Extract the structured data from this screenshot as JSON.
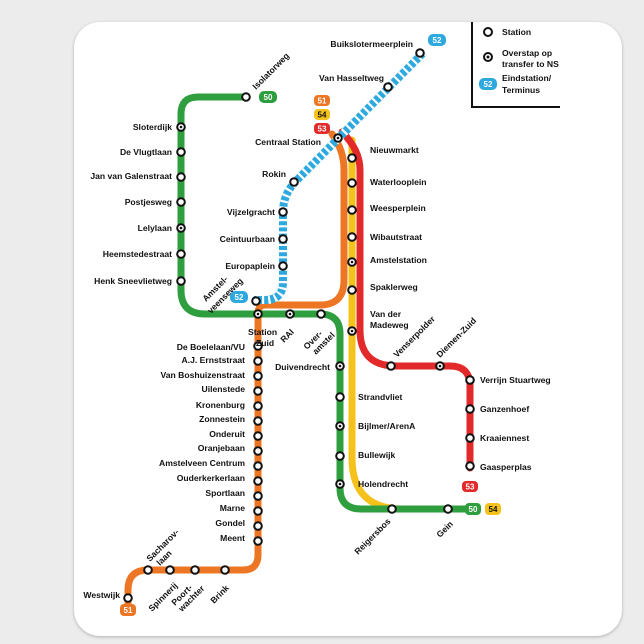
{
  "colors": {
    "line50": "#2e9e3e",
    "line51": "#ec7623",
    "line52": "#2ea9e0",
    "line53": "#e32a2a",
    "line54": "#f4c21a",
    "station_fill": "#ffffff",
    "station_stroke": "#111111"
  },
  "legend": {
    "station": "Station",
    "transfer_line1": "Overstap op",
    "transfer_line2": "transfer to NS",
    "terminus_line1": "Eindstation/",
    "terminus_line2": "Terminus",
    "terminus_badge": "52"
  },
  "badges": {
    "b50_isolatorweg": "50",
    "b51_centraal": "51",
    "b54_centraal": "54",
    "b53_centraal": "53",
    "b52_buiksloter": "52",
    "b52_zuid": "52",
    "b53_gaasperplas": "53",
    "b50_gein": "50",
    "b54_gein": "54",
    "b51_westwijk": "51"
  },
  "stations": {
    "buikslotermeerplein": "Buikslotermeerplein",
    "van_hasseltweg": "Van Hasseltweg",
    "centraal_station": "Centraal Station",
    "nieuwmarkt": "Nieuwmarkt",
    "waterlooplein": "Waterlooplein",
    "weesperplein": "Weesperplein",
    "wibautstraat": "Wibautstraat",
    "amstelstation": "Amstelstation",
    "spaklerweg": "Spaklerweg",
    "van_der_madeweg_1": "Van der",
    "van_der_madeweg_2": "Madeweg",
    "rokin": "Rokin",
    "vijzelgracht": "Vijzelgracht",
    "ceintuurbaan": "Ceintuurbaan",
    "europaplein": "Europaplein",
    "isolatorweg": "Isolatorweg",
    "sloterdijk": "Sloterdijk",
    "de_vlugtlaan": "De Vlugtlaan",
    "jan_van_galenstraat": "Jan van Galenstraat",
    "postjesweg": "Postjesweg",
    "lelylaan": "Lelylaan",
    "heemstedestraat": "Heemstedestraat",
    "henk_sneevlietweg": "Henk Sneevlietweg",
    "amstelveenseweg_1": "Amstel-",
    "amstelveenseweg_2": "veenseweg",
    "station_zuid_1": "Station",
    "station_zuid_2": "Zuid",
    "rai": "RAI",
    "overamstel_1": "Over-",
    "overamstel_2": "amstel",
    "de_boelelaan": "De Boelelaan/VU",
    "aj_ernststraat": "A.J. Ernststraat",
    "van_boshuizenstraat": "Van Boshuizenstraat",
    "uilenstede": "Uilenstede",
    "kronenburg": "Kronenburg",
    "zonnestein": "Zonnestein",
    "onderuit": "Onderuit",
    "oranjebaan": "Oranjebaan",
    "amstelveen_centrum": "Amstelveen Centrum",
    "ouderkerkerlaan": "Ouderkerkerlaan",
    "sportlaan": "Sportlaan",
    "marne": "Marne",
    "gondel": "Gondel",
    "meent": "Meent",
    "westwijk": "Westwijk",
    "sacharovlaan_1": "Sacharov-",
    "sacharovlaan_2": "laan",
    "spinnerij": "Spinnerij",
    "poortwachter_1": "Poort-",
    "poortwachter_2": "wachter",
    "brink": "Brink",
    "duivendrecht": "Duivendrecht",
    "strandvliet": "Strandvliet",
    "bijlmer_arena": "Bijlmer/ArenA",
    "bullewijk": "Bullewijk",
    "holendrecht": "Holendrecht",
    "reigersbos": "Reigersbos",
    "gein": "Gein",
    "venserpolder": "Venserpolder",
    "diemen_zuid": "Diemen-Zuid",
    "verrijn_stuartweg": "Verrijn Stuartweg",
    "ganzenhoef": "Ganzenhoef",
    "kraaiennest": "Kraaiennest",
    "gaasperplas": "Gaasperplas"
  }
}
